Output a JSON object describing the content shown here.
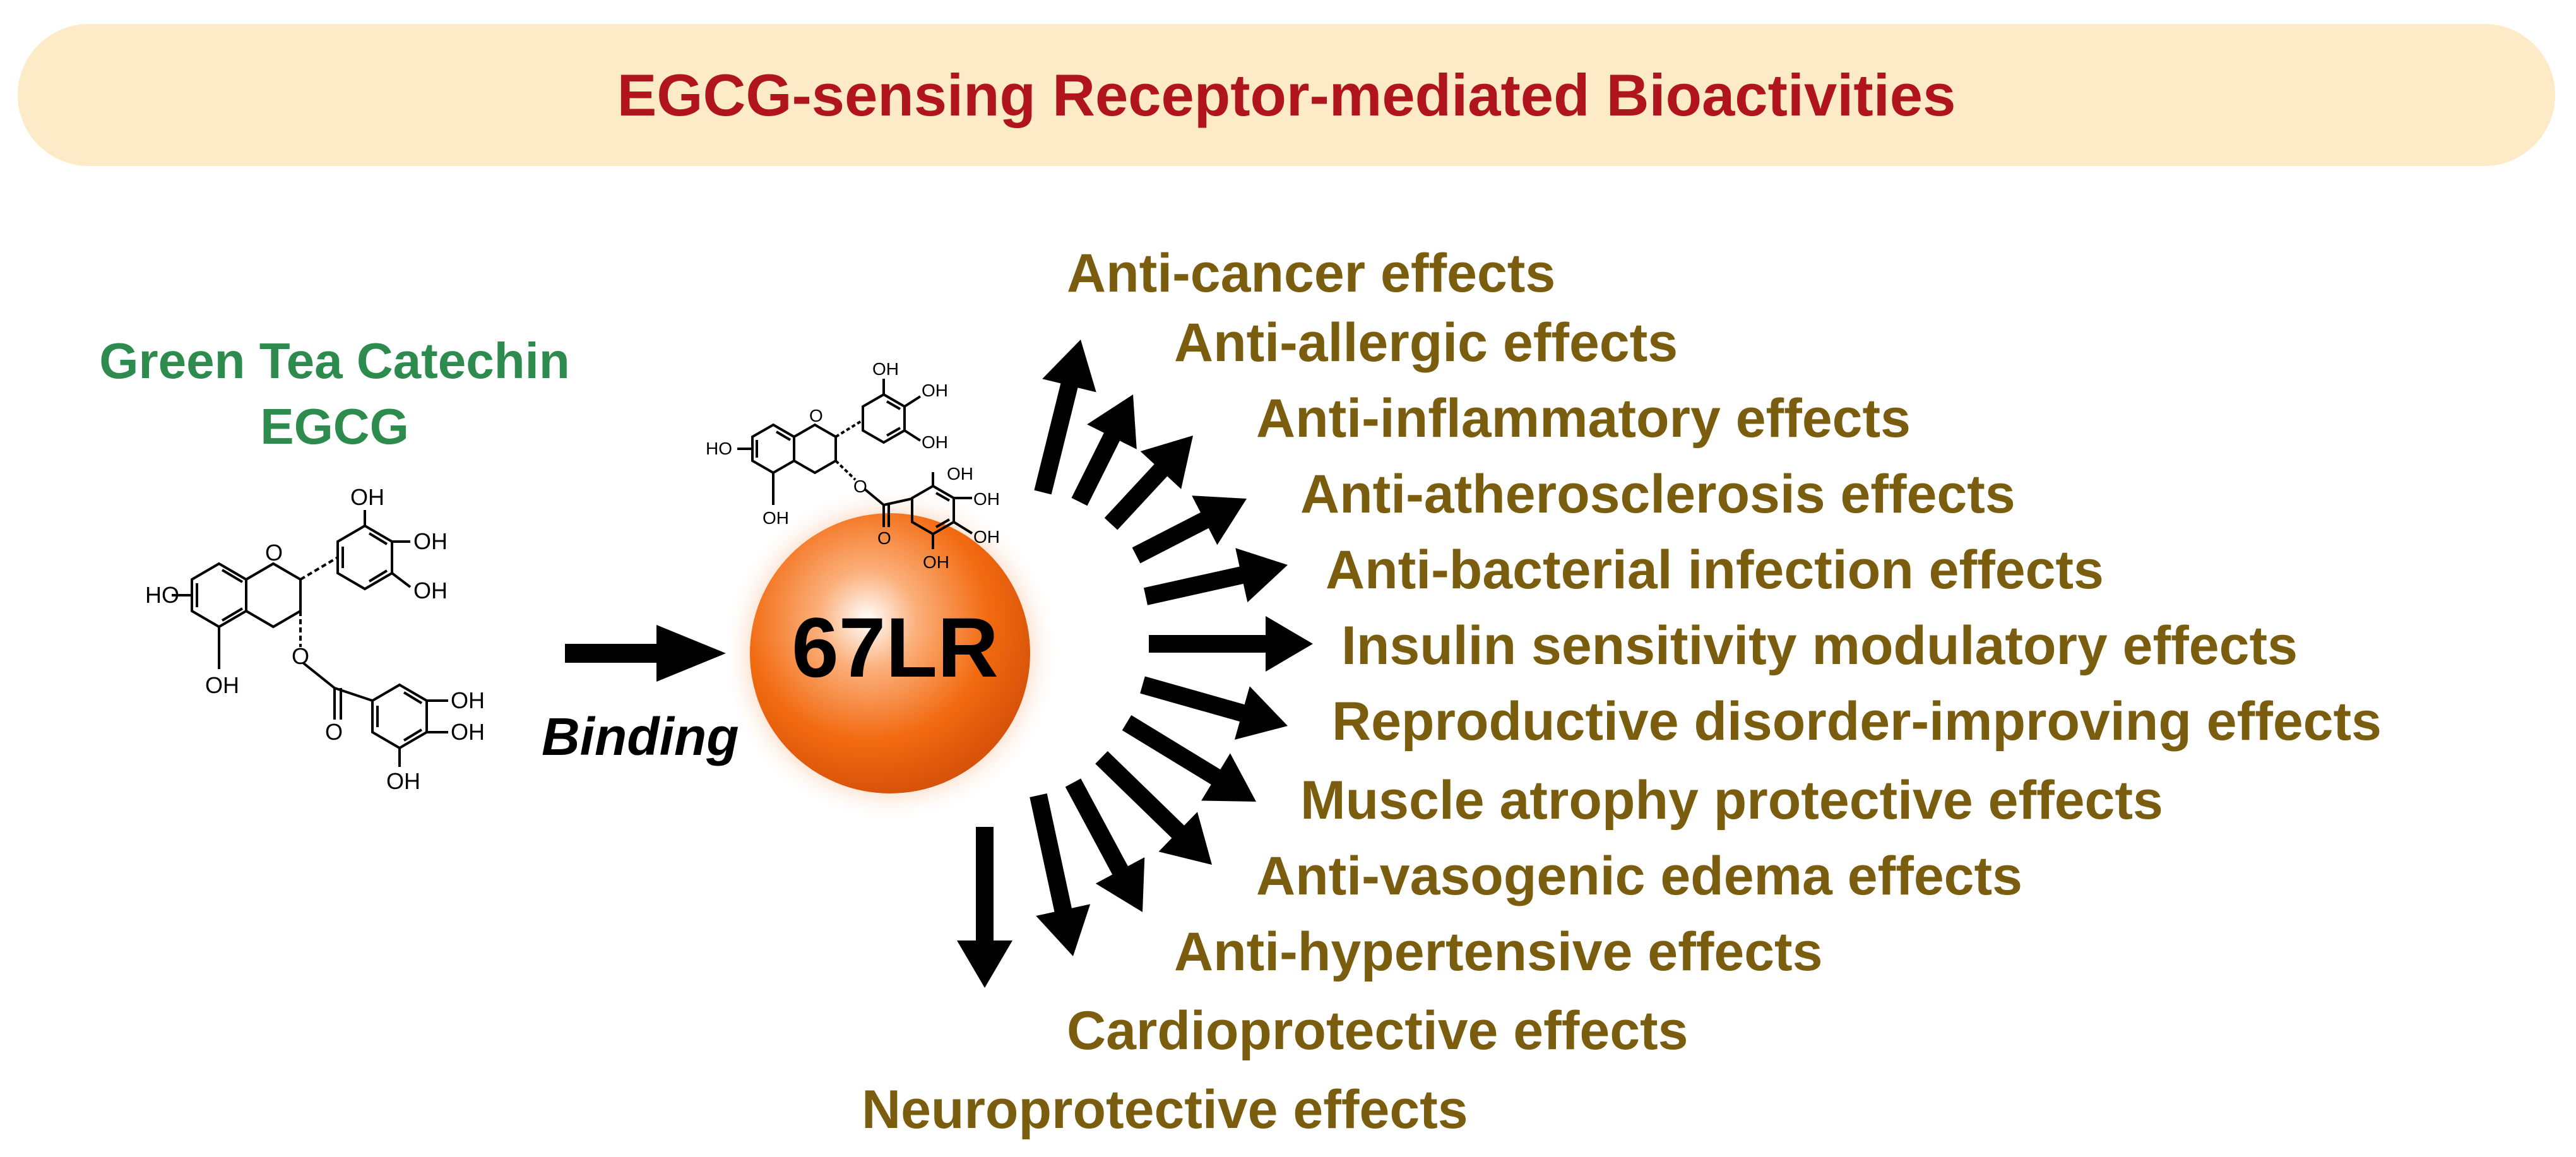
{
  "banner": {
    "title": "EGCG-sensing Receptor-mediated Bioactivities"
  },
  "compound": {
    "line1": "Green Tea Catechin",
    "line2": "EGCG",
    "oh": "OH",
    "ho": "HO",
    "o": "O"
  },
  "binding_label": "Binding",
  "receptor": {
    "label": "67LR"
  },
  "effects": [
    "Anti-cancer effects",
    "Anti-allergic effects",
    "Anti-inflammatory effects",
    "Anti-atherosclerosis effects",
    "Anti-bacterial infection effects",
    "Insulin sensitivity modulatory effects",
    "Reproductive disorder-improving effects",
    "Muscle atrophy protective effects",
    "Anti-vasogenic edema effects",
    "Anti-hypertensive effects",
    "Cardioprotective effects",
    "Neuroprotective effects"
  ],
  "colors": {
    "banner_bg": "#fcebc6",
    "banner_text": "#b0141c",
    "compound_title": "#2e8b4e",
    "effect_text": "#7a5d0e",
    "receptor_fill": "#f26a10",
    "arrow": "#000000"
  }
}
